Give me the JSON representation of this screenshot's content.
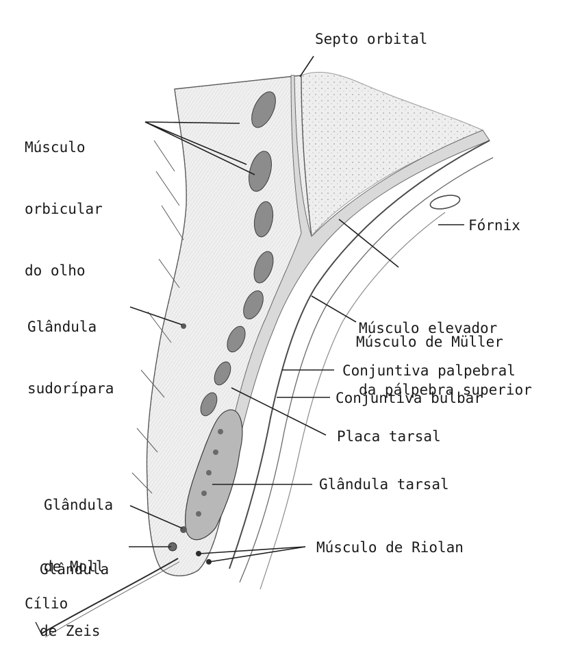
{
  "labels": {
    "septo_orbital": "Septo orbital",
    "musculo_orbicular": [
      "Músculo",
      "orbicular",
      "do olho"
    ],
    "fornix": "Fórnix",
    "musculo_elevador": [
      "Músculo elevador",
      "da pálpebra superior"
    ],
    "glandula_sudoripara": [
      "Glândula",
      "sudorípara"
    ],
    "musculo_muller": "Músculo de Müller",
    "conjuntiva_palpebral": "Conjuntiva palpebral",
    "conjuntiva_bulbar": "Conjuntiva bulbar",
    "placa_tarsal": "Placa tarsal",
    "glandula_moll": [
      "Glândula",
      "de Moll"
    ],
    "glandula_tarsal": "Glândula tarsal",
    "glandula_zeis": [
      "Glândula",
      "de Zeis"
    ],
    "musculo_riolan": "Músculo de Riolan",
    "cilio": "Cílio"
  },
  "colors": {
    "ink": "#1a1a1a",
    "tissue_light": "#ececec",
    "tissue_mid": "#cfcfcf",
    "tissue_dark": "#6e6e6e",
    "fat": "#f1f1f1"
  }
}
